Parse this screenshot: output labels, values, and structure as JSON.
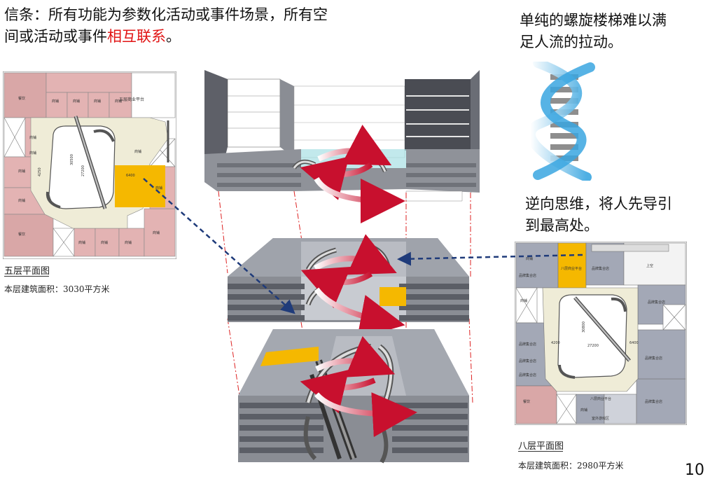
{
  "slide": {
    "text_main_prefix": "信条：所有功能为参数化活动或事件场景，所有空",
    "text_main_line2": "间或活动或事件",
    "text_main_highlight": "相互联系",
    "text_main_end": "。",
    "text_right_top_line1": "单纯的螺旋楼梯难以满",
    "text_right_top_line2": "足人流的拉动。",
    "text_right_mid_line1": "逆向思维，将人先导引",
    "text_right_mid_line2": "到最高处。",
    "page_number": "10"
  },
  "plan_left": {
    "caption_title": "五层平面图",
    "caption_area": "本层建筑面积：3030平方米",
    "platform_label": "五层商业平台",
    "dim_a": "4250",
    "dim_b": "27200",
    "dim_c": "6400",
    "dim_d": "30500",
    "rooms": [
      "餐饮",
      "商铺",
      "商铺",
      "商铺",
      "商铺",
      "商铺",
      "商铺",
      "商铺",
      "商铺",
      "餐饮",
      "商铺",
      "商铺",
      "商铺",
      "商铺",
      "商铺",
      "商铺"
    ]
  },
  "plan_right": {
    "caption_title": "八层平面图",
    "caption_area": "本层建筑面积：2980平方米",
    "platform_label": "八层商业平台",
    "outdoor_label": "室外游戏区",
    "void_label": "上空",
    "dim_a": "4200",
    "dim_b": "27200",
    "dim_c": "6400",
    "dim_d": "30800",
    "rooms": [
      "商铺",
      "八层商业平台",
      "品牌集合店",
      "品牌集合店",
      "品牌集合店",
      "商铺",
      "品牌集合店",
      "品牌集合店",
      "品牌集合店",
      "品牌集合店",
      "餐饮",
      "商铺",
      "品牌集合店"
    ]
  },
  "colors": {
    "highlight_text": "#e11414",
    "yellow_zone": "#f5b800",
    "arrow_red": "#c8102e",
    "leader_blue": "#1f3b7a",
    "dna_blue": "#3aa6e0",
    "dna_gray": "#9a9a9a",
    "plan_pink": "#d9a7a7",
    "plan_gray": "#a3a8b6"
  }
}
